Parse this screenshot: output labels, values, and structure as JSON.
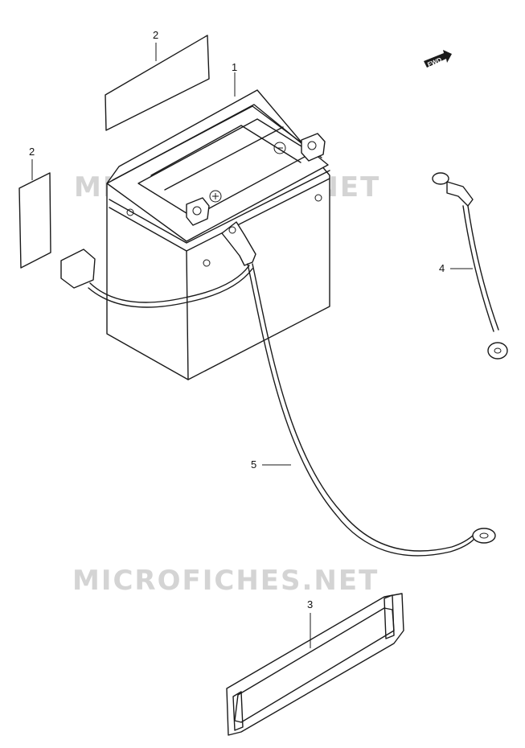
{
  "watermark": "MICROFICHES.NET",
  "fwd_badge": "FWD",
  "parts": {
    "battery": "1",
    "label_top": "2",
    "label_side": "2",
    "band": "3",
    "ground_wire": "4",
    "battery_cable": "5"
  }
}
